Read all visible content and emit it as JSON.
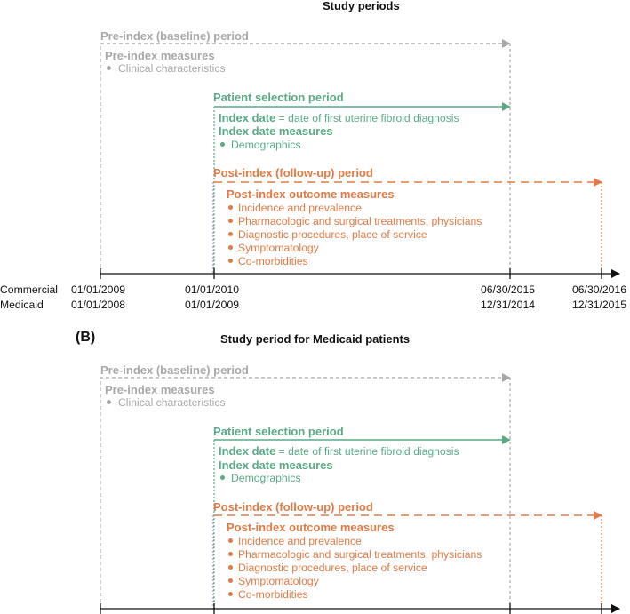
{
  "panel_a": {
    "title": "Study periods",
    "pre_index_period": "Pre-index (baseline) period",
    "pre_index_measures": "Pre-index measures",
    "pre_index_items": [
      "Clinical characteristics"
    ],
    "patient_selection_period": "Patient selection period",
    "index_date_bold": "Index date",
    "index_date_rest": " = date of first uterine fibroid diagnosis",
    "index_date_measures": "Index date measures",
    "index_date_items": [
      "Demographics"
    ],
    "post_index_period": "Post-index (follow-up) period",
    "post_index_measures": "Post-index outcome measures",
    "post_index_items": [
      "Incidence and prevalence",
      "Pharmacologic and surgical treatments, physicians",
      "Diagnostic procedures, place of service",
      "Symptomatology",
      "Co-morbidities"
    ],
    "rows": [
      {
        "label": "Commercial",
        "dates": [
          "01/01/2009",
          "01/01/2010",
          "06/30/2015",
          "06/30/2016"
        ]
      },
      {
        "label": "Medicaid",
        "dates": [
          "01/01/2008",
          "01/01/2009",
          "12/31/2014",
          "12/31/2015"
        ]
      }
    ]
  },
  "panel_b": {
    "panel_label": "(B)",
    "title": "Study period for Medicaid patients",
    "pre_index_period": "Pre-index (baseline) period",
    "pre_index_measures": "Pre-index measures",
    "pre_index_items": [
      "Clinical characteristics"
    ],
    "patient_selection_period": "Patient selection period",
    "index_date_bold": "Index date",
    "index_date_rest": " = date of first uterine fibroid diagnosis",
    "index_date_measures": "Index date measures",
    "index_date_items": [
      "Demographics"
    ],
    "post_index_period": "Post-index (follow-up) period",
    "post_index_measures": "Post-index outcome measures",
    "post_index_items": [
      "Incidence and prevalence",
      "Pharmacologic and surgical treatments, physicians",
      "Diagnostic procedures, place of service",
      "Symptomatology",
      "Co-morbidities"
    ]
  },
  "colors": {
    "pre_index": "#a8a8a8",
    "selection": "#5aaa86",
    "post_index": "#e07b47",
    "axis": "#111111"
  }
}
